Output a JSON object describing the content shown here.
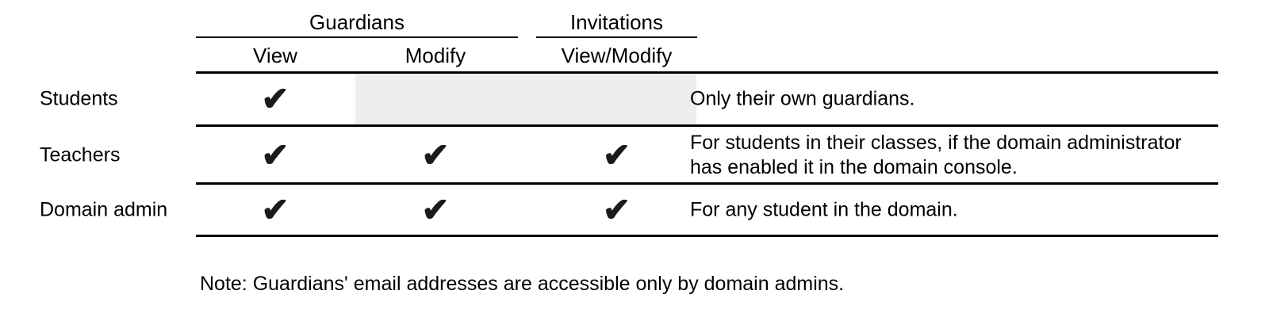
{
  "colors": {
    "rule": "#000000",
    "text": "#000000",
    "check": "#1b1b1b",
    "not_applicable_cell": "#eeeeee"
  },
  "table": {
    "group_headers": [
      {
        "label": "Guardians"
      },
      {
        "label": "Invitations"
      }
    ],
    "column_headers": [
      {
        "label": "View"
      },
      {
        "label": "Modify"
      },
      {
        "label": "View/Modify"
      }
    ],
    "check_glyph": "✔",
    "rows": [
      {
        "label": "Students",
        "guardians_view": true,
        "guardians_modify": false,
        "invitations_view_modify": false,
        "not_applicable_shaded": true,
        "note": "Only their own guardians."
      },
      {
        "label": "Teachers",
        "guardians_view": true,
        "guardians_modify": true,
        "invitations_view_modify": true,
        "not_applicable_shaded": false,
        "note": "For students in their classes, if the domain administrator has enabled it in the domain console."
      },
      {
        "label": "Domain admin",
        "guardians_view": true,
        "guardians_modify": true,
        "invitations_view_modify": true,
        "not_applicable_shaded": false,
        "note": "For any student in the domain."
      }
    ]
  },
  "footnote": "Note: Guardians' email addresses are accessible only by domain admins."
}
